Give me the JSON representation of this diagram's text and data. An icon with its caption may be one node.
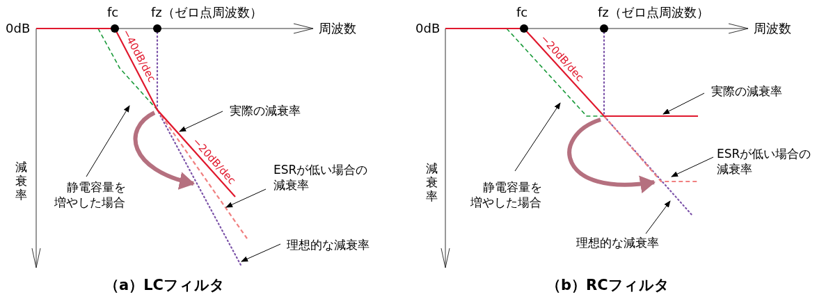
{
  "diagram": {
    "nodes": [
      {
        "text": [
          "静電容量を増やした場合"
        ]
      },
      {
        "text": [
          "実際の減衰率"
        ]
      },
      {
        "text": [
          "ESRが低い場合の減衰率"
        ]
      },
      {
        "text": [
          "理想的な減衰率"
        ]
      },
      {
        "text": [
          "静電容量を増やした場合"
        ]
      },
      {
        "text": [
          "実際の減衰率"
        ]
      },
      {
        "text": [
          "ESRが低い場合の減衰率"
        ]
      },
      {
        "text": [
          "理想的な減衰率"
        ]
      }
    ],
    "edges": [
      {
        "from": 0,
        "to": null,
        "arrow": "to"
      },
      {
        "from": 1,
        "to": null,
        "arrow": "to"
      },
      {
        "from": 2,
        "to": null,
        "arrow": "to"
      },
      {
        "from": 3,
        "to": null,
        "arrow": "to"
      },
      {
        "from": 4,
        "to": null,
        "arrow": "to"
      },
      {
        "from": 5,
        "to": null,
        "arrow": "to"
      },
      {
        "from": 6,
        "to": null,
        "arrow": "to"
      },
      {
        "from": 7,
        "to": null,
        "arrow": "to"
      }
    ],
    "labels": [
      "fc",
      "fz（ゼロ点周波数）",
      "0dB",
      "周波数",
      "−40dB/dec",
      "−20dB/dec",
      "減衰率",
      "（a）LCフィルタ",
      "fc",
      "fz（ゼロ点周波数）",
      "0dB",
      "周波数",
      "−20dB/dec",
      "減衰率",
      "（b）RCフィルタ"
    ]
  }
}
